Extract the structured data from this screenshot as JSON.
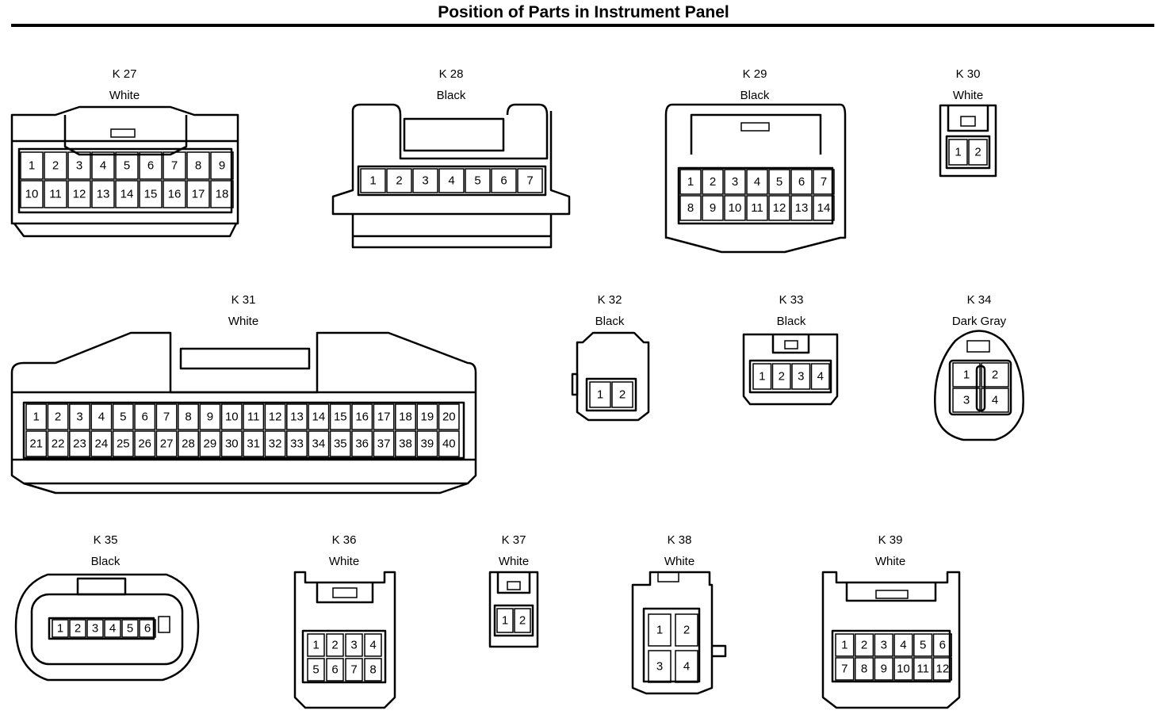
{
  "page": {
    "title": "Position of Parts in Instrument Panel"
  },
  "connectors": [
    {
      "id": "K 27",
      "color": "White",
      "rows": [
        [
          "1",
          "2",
          "3",
          "4",
          "5",
          "6",
          "7",
          "8",
          "9"
        ],
        [
          "10",
          "11",
          "12",
          "13",
          "14",
          "15",
          "16",
          "17",
          "18"
        ]
      ]
    },
    {
      "id": "K 28",
      "color": "Black",
      "rows": [
        [
          "1",
          "2",
          "3",
          "4",
          "5",
          "6",
          "7"
        ]
      ]
    },
    {
      "id": "K 29",
      "color": "Black",
      "rows": [
        [
          "1",
          "2",
          "3",
          "4",
          "5",
          "6",
          "7"
        ],
        [
          "8",
          "9",
          "10",
          "11",
          "12",
          "13",
          "14"
        ]
      ]
    },
    {
      "id": "K 30",
      "color": "White",
      "rows": [
        [
          "1",
          "2"
        ]
      ]
    },
    {
      "id": "K 31",
      "color": "White",
      "rows": [
        [
          "1",
          "2",
          "3",
          "4",
          "5",
          "6",
          "7",
          "8",
          "9",
          "10",
          "11",
          "12",
          "13",
          "14",
          "15",
          "16",
          "17",
          "18",
          "19",
          "20"
        ],
        [
          "21",
          "22",
          "23",
          "24",
          "25",
          "26",
          "27",
          "28",
          "29",
          "30",
          "31",
          "32",
          "33",
          "34",
          "35",
          "36",
          "37",
          "38",
          "39",
          "40"
        ]
      ]
    },
    {
      "id": "K 32",
      "color": "Black",
      "rows": [
        [
          "1",
          "2"
        ]
      ]
    },
    {
      "id": "K 33",
      "color": "Black",
      "rows": [
        [
          "1",
          "2",
          "3",
          "4"
        ]
      ]
    },
    {
      "id": "K 34",
      "color": "Dark Gray",
      "rows": [
        [
          "1",
          "2"
        ],
        [
          "3",
          "4"
        ]
      ]
    },
    {
      "id": "K 35",
      "color": "Black",
      "rows": [
        [
          "1",
          "2",
          "3",
          "4",
          "5",
          "6"
        ]
      ]
    },
    {
      "id": "K 36",
      "color": "White",
      "rows": [
        [
          "1",
          "2",
          "3",
          "4"
        ],
        [
          "5",
          "6",
          "7",
          "8"
        ]
      ]
    },
    {
      "id": "K 37",
      "color": "White",
      "rows": [
        [
          "1",
          "2"
        ]
      ]
    },
    {
      "id": "K 38",
      "color": "White",
      "rows": [
        [
          "1",
          "2"
        ],
        [
          "3",
          "4"
        ]
      ]
    },
    {
      "id": "K 39",
      "color": "White",
      "rows": [
        [
          "1",
          "2",
          "3",
          "4",
          "5",
          "6"
        ],
        [
          "7",
          "8",
          "9",
          "10",
          "11",
          "12"
        ]
      ]
    }
  ]
}
